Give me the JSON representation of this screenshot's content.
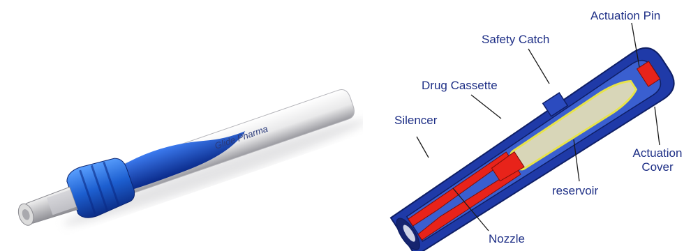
{
  "left_device": {
    "brand_text": "Glide Pharma"
  },
  "diagram_labels": {
    "actuation_pin": "Actuation Pin",
    "safety_catch": "Safety Catch",
    "drug_cassette": "Drug Cassette",
    "silencer": "Silencer",
    "actuation_cover": "Actuation\nCover",
    "reservoir": "reservoir",
    "nozzle": "Nozzle"
  },
  "colors": {
    "label_text": "#1e2f86",
    "leader_line": "#1a1a1a",
    "housing_blue": "#1f3aa8",
    "nozzle_red": "#e8231a",
    "reservoir_yellow": "#e7e34a",
    "cap_blue": "#1d5fd0"
  }
}
